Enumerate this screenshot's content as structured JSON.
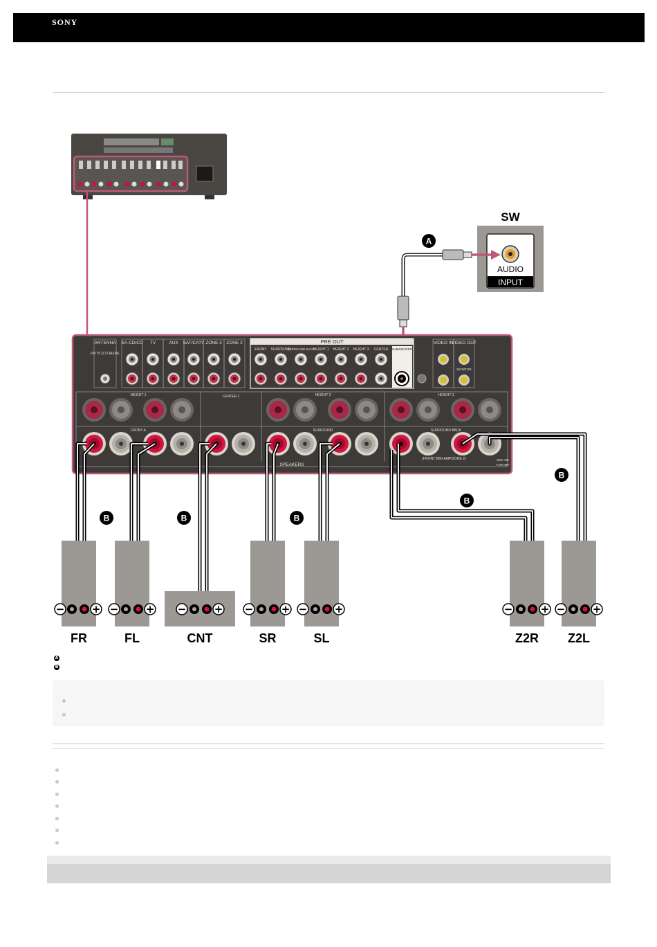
{
  "header": {
    "brand": "SONY"
  },
  "diagram": {
    "subwoofer": {
      "title": "SW",
      "jack_label_top": "AUDIO",
      "jack_label_bottom": "INPUT"
    },
    "cable_markers": {
      "a": "A",
      "b": "B"
    },
    "speakers": [
      "FR",
      "FL",
      "CNT",
      "SR",
      "SL",
      "Z2R",
      "Z2L"
    ],
    "terminal_signs": {
      "minus": "−",
      "plus": "+"
    },
    "panel_labels": {
      "antenna": "ANTENNA",
      "fm": "FM 75 Ω COAXIAL",
      "sacd": "SA-CD/CD",
      "tv": "TV",
      "aux": "AUX",
      "satcatv": "SAT/CATV",
      "zone3": "ZONE 3",
      "zone2": "ZONE 2",
      "pre_out": "PRE OUT",
      "front": "FRONT",
      "surround": "SURROUND",
      "surround_back": "SURROUND BACK",
      "height1": "HEIGHT 1",
      "height2": "HEIGHT 2",
      "height3": "HEIGHT 3",
      "center": "CENTER",
      "subwoofer": "SUBWOOFER",
      "video_in": "VIDEO IN",
      "video_out": "VIDEO OUT",
      "monitor": "MONITOR",
      "speakers": "SPEAKERS",
      "front_a": "FRONT A",
      "center1": "CENTER 1",
      "front_bh_zone2": "(FRONT B/BI-AMP/ZONE 2)",
      "see_ins": "SEE INS",
      "for_imp": "FOR IMP"
    }
  },
  "colors": {
    "accent_pink": "#c0587a",
    "panel": "#3d3a38",
    "terminal_red": "#c8133c"
  }
}
